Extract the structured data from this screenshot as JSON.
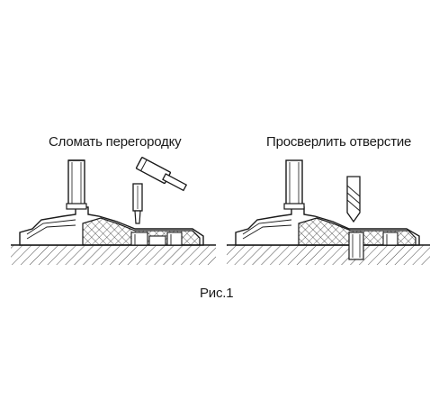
{
  "captions": {
    "left": "Сломать перегородку",
    "right": "Просверлить отверстие",
    "figure": "Рис.1"
  },
  "icons": {
    "left_panel": [
      "gear-shaft-icon",
      "hammer-icon",
      "punch-icon"
    ],
    "right_panel": [
      "gear-shaft-icon",
      "drill-bit-icon"
    ]
  },
  "colors": {
    "ink": "#1a1a1a",
    "background": "#ffffff"
  }
}
